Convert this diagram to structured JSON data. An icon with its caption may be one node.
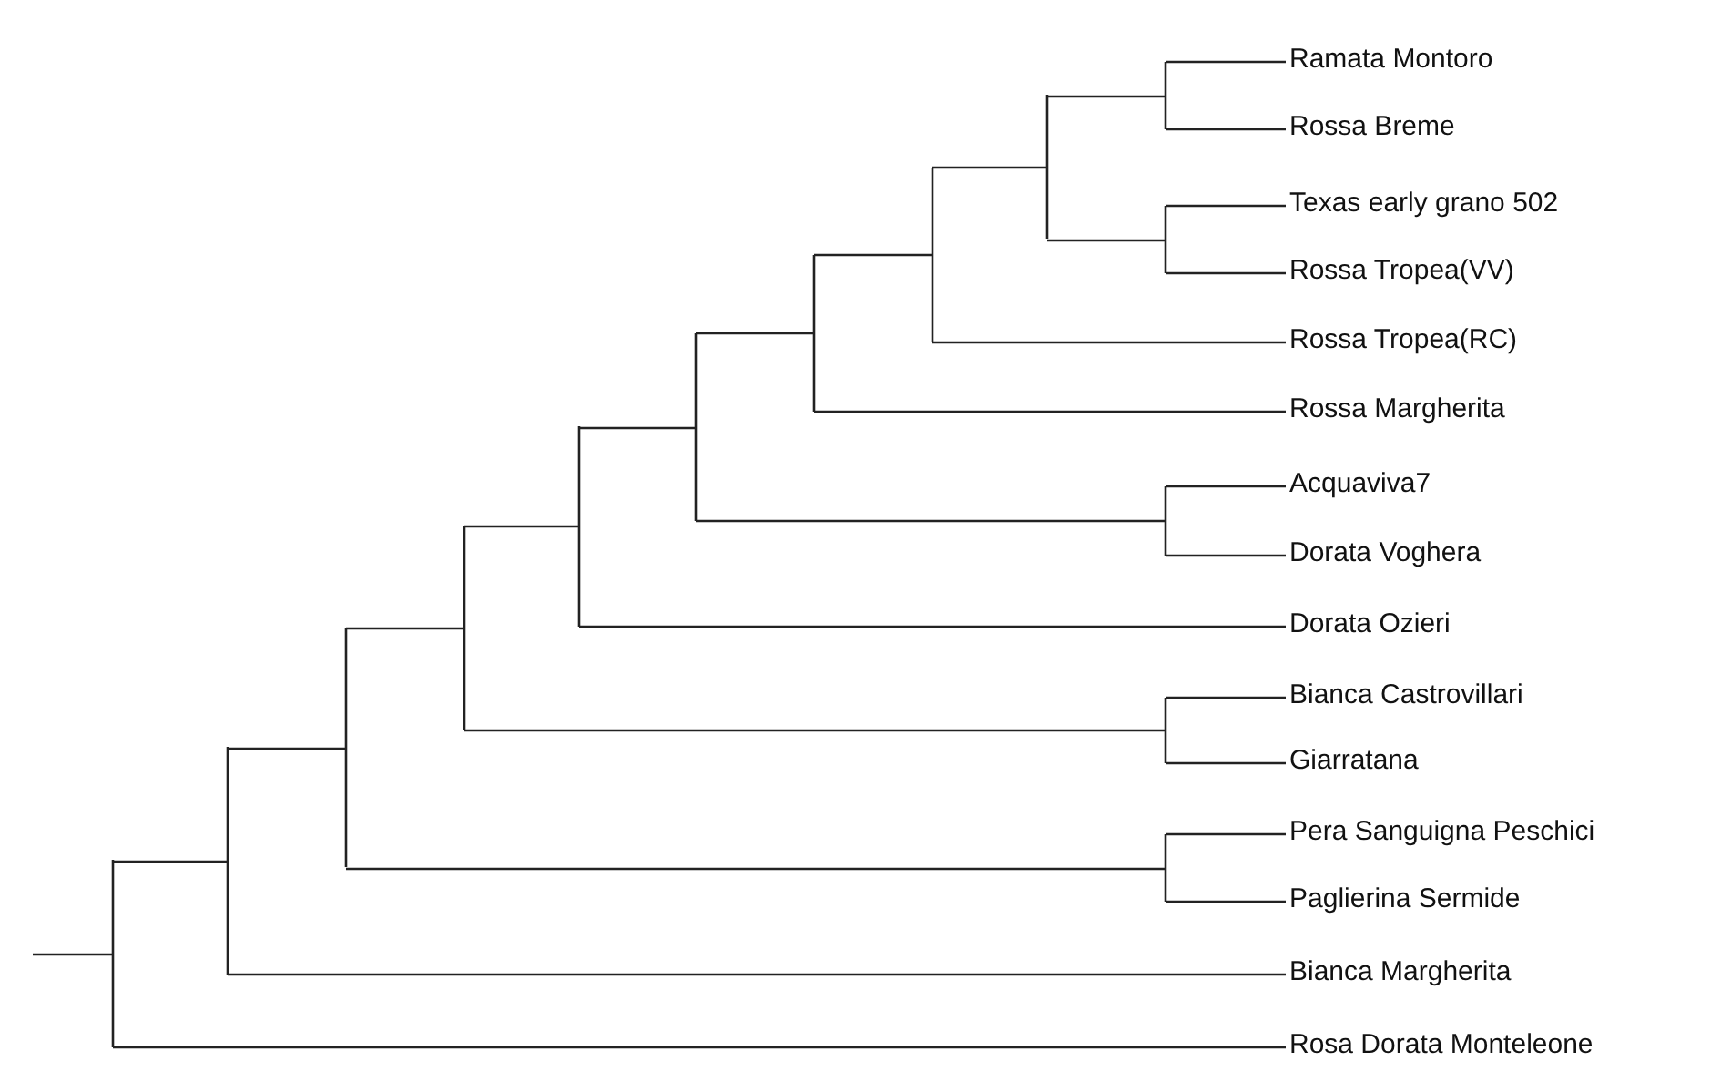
{
  "diagram": {
    "nodes": [
      {
        "text": [
          "Ramata Montoro"
        ]
      },
      {
        "text": [
          "Rossa Breme"
        ]
      },
      {
        "text": [
          "Texas early grano 502"
        ]
      },
      {
        "text": [
          "Rossa Tropea(VV)"
        ]
      },
      {
        "text": [
          "Rossa Tropea(RC)"
        ]
      },
      {
        "text": [
          "Rossa Margherita"
        ]
      },
      {
        "text": [
          "Acquaviva7"
        ]
      },
      {
        "text": [
          "Dorata Voghera"
        ]
      },
      {
        "text": [
          "Dorata Ozieri"
        ]
      },
      {
        "text": [
          "Bianca Castrovillari"
        ]
      },
      {
        "text": [
          "Giarratana"
        ]
      },
      {
        "text": [
          "Pera Sanguigna Peschici"
        ]
      },
      {
        "text": [
          "Paglierina Sermide"
        ]
      },
      {
        "text": [
          "Bianca Margherita"
        ]
      },
      {
        "text": [
          "Rosa Dorata Monteleone"
        ]
      }
    ],
    "edges": [
      {
        "from": null,
        "to": 0,
        "arrow": "none"
      },
      {
        "from": null,
        "to": 1,
        "arrow": "none"
      },
      {
        "from": null,
        "to": 2,
        "arrow": "none"
      },
      {
        "from": null,
        "to": 3,
        "arrow": "none"
      },
      {
        "from": null,
        "to": 4,
        "arrow": "none"
      },
      {
        "from": null,
        "to": 5,
        "arrow": "none"
      },
      {
        "from": null,
        "to": 6,
        "arrow": "none"
      },
      {
        "from": null,
        "to": 7,
        "arrow": "none"
      },
      {
        "from": null,
        "to": 8,
        "arrow": "none"
      },
      {
        "from": null,
        "to": 9,
        "arrow": "none"
      },
      {
        "from": null,
        "to": 10,
        "arrow": "none"
      },
      {
        "from": null,
        "to": 11,
        "arrow": "none"
      },
      {
        "from": null,
        "to": 12,
        "arrow": "none"
      },
      {
        "from": null,
        "to": 13,
        "arrow": "none"
      },
      {
        "from": null,
        "to": 14,
        "arrow": "none"
      }
    ]
  }
}
